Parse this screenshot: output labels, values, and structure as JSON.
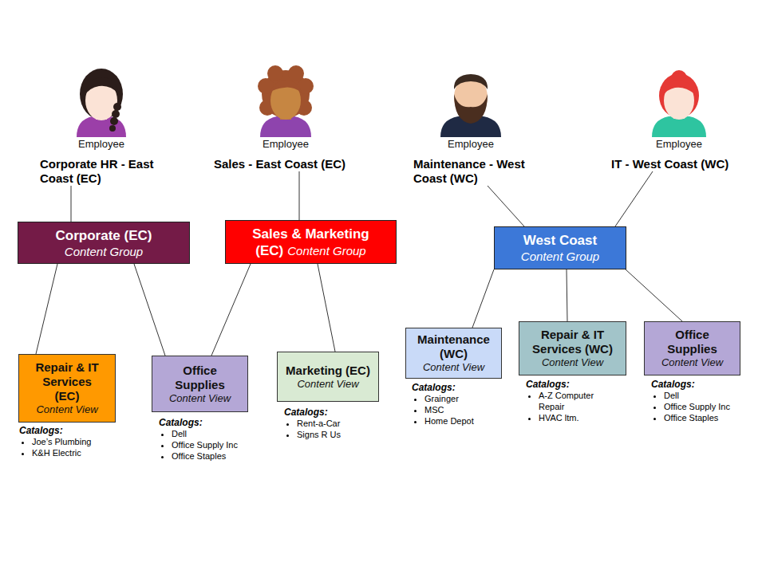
{
  "diagram": {
    "nodes": [
      {
        "text": [
          "Employee",
          "Corporate HR - East Coast (EC)"
        ]
      },
      {
        "text": [
          "Employee",
          "Sales - East Coast (EC)"
        ]
      },
      {
        "text": [
          "Employee",
          "Maintenance - West Coast (WC)"
        ]
      },
      {
        "text": [
          "Employee",
          "IT - West Coast (WC)"
        ]
      },
      {
        "text": [
          "Corporate (EC)",
          "Content Group"
        ]
      },
      {
        "text": [
          "Sales & Marketing (EC)",
          "Content Group"
        ]
      },
      {
        "text": [
          "West Coast",
          "Content Group"
        ]
      },
      {
        "text": [
          "Repair & IT Services (EC)",
          "Content View"
        ]
      },
      {
        "text": [
          "Office Supplies",
          "Content View"
        ]
      },
      {
        "text": [
          "Marketing (EC)",
          "Content View"
        ]
      },
      {
        "text": [
          "Maintenance (WC)",
          "Content View"
        ]
      },
      {
        "text": [
          "Repair & IT Services (WC)",
          "Content View"
        ]
      },
      {
        "text": [
          "Office Supplies",
          "Content View"
        ]
      }
    ],
    "edges": [
      {
        "from": 0,
        "to": 4,
        "arrow": "none"
      },
      {
        "from": 1,
        "to": 5,
        "arrow": "none"
      },
      {
        "from": 2,
        "to": 6,
        "arrow": "none"
      },
      {
        "from": 3,
        "to": 6,
        "arrow": "none"
      },
      {
        "from": 4,
        "to": 7,
        "arrow": "none"
      },
      {
        "from": 4,
        "to": 8,
        "arrow": "none"
      },
      {
        "from": 5,
        "to": 8,
        "arrow": "none"
      },
      {
        "from": 5,
        "to": 9,
        "arrow": "none"
      },
      {
        "from": 6,
        "to": 10,
        "arrow": "none"
      },
      {
        "from": 6,
        "to": 11,
        "arrow": "none"
      },
      {
        "from": 6,
        "to": 12,
        "arrow": "none"
      }
    ],
    "labels": [
      "Catalogs:",
      "Joe’s Plumbing",
      "K&H Electric",
      "Catalogs:",
      "Dell",
      "Office Supply Inc",
      "Office Staples",
      "Catalogs:",
      "Rent-a-Car",
      "Signs R Us",
      "Catalogs:",
      "Grainger",
      "MSC",
      "Home Depot",
      "Catalogs:",
      "A-Z Computer Repair",
      "HVAC ltm.",
      "Catalogs:",
      "Dell",
      "Office Supply Inc",
      "Office Staples"
    ]
  }
}
